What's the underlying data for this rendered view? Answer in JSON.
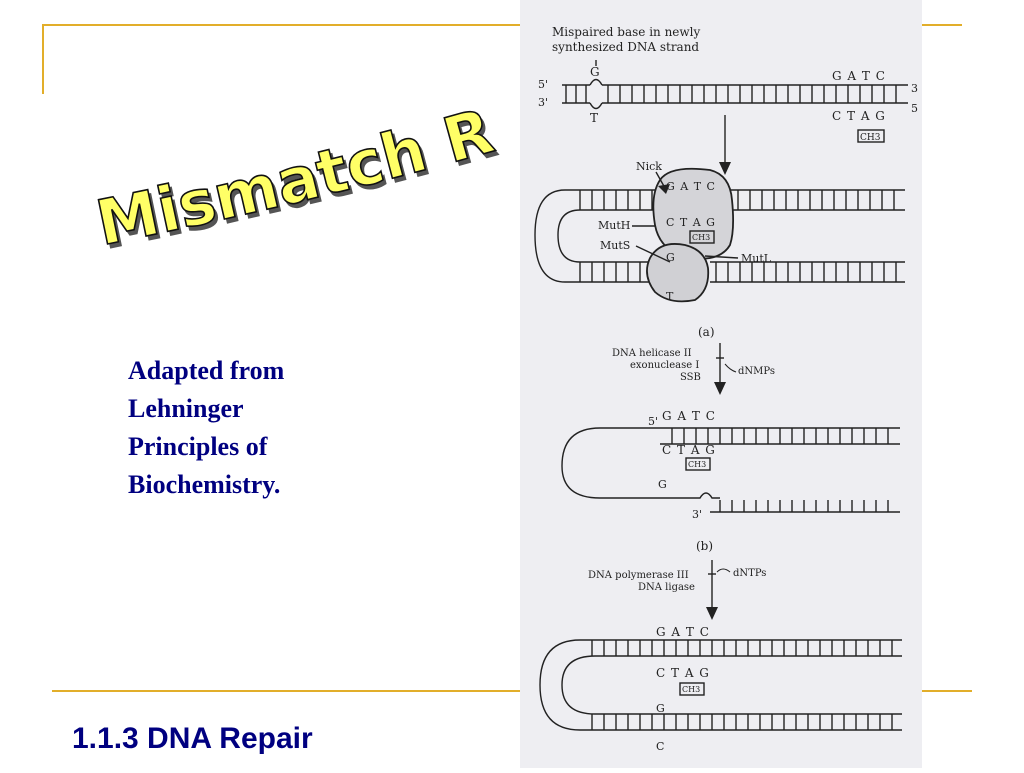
{
  "slide": {
    "wordart_title": "Mismatch Repair",
    "credit_lines": [
      "Adapted from",
      "Lehninger",
      "Principles of",
      "Biochemistry."
    ],
    "footer_title": "1.1.3 DNA Repair",
    "accent_color": "#e2ae2a",
    "text_color": "#000080",
    "wordart_fill": "#ffff66"
  },
  "figure": {
    "caption_line1": "Mispaired base in newly",
    "caption_line2": "synthesized DNA strand",
    "top": {
      "mispaired_g": "G",
      "mispaired_t": "T",
      "five_prime_left": "5'",
      "three_prime_left": "3'",
      "three_prime_right": "3",
      "five_prime_right": "5",
      "gatc": "G A T C",
      "ctag": "C T A G",
      "methyl": "CH3"
    },
    "complex": {
      "nick": "Nick",
      "gatc": "G A T C",
      "ctag": "C T A G",
      "methyl": "CH3",
      "muth": "MutH",
      "muts": "MutS",
      "mutl": "MutL",
      "g": "G",
      "t": "T"
    },
    "step_a": {
      "label": "(a)",
      "enzyme1": "DNA helicase II",
      "enzyme2": "exonuclease I",
      "enzyme3": "SSB",
      "product": "dNMPs"
    },
    "middle": {
      "five_prime": "5'",
      "gatc": "G A T C",
      "ctag": "C T A G",
      "methyl": "CH3",
      "g": "G",
      "three_prime": "3'"
    },
    "step_b": {
      "label": "(b)",
      "enzyme1": "DNA polymerase III",
      "enzyme2": "DNA ligase",
      "substrate": "dNTPs"
    },
    "bottom": {
      "gatc": "G A T C",
      "ctag": "C T A G",
      "methyl": "CH3",
      "g": "G",
      "c": "C"
    }
  }
}
